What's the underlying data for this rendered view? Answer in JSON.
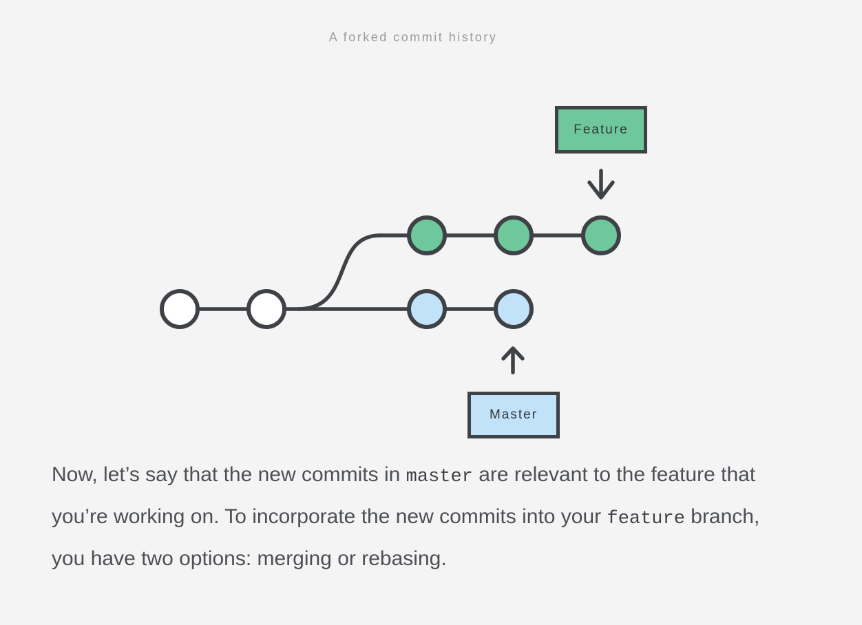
{
  "caption": "A forked commit history",
  "diagram": {
    "feature_label": "Feature",
    "master_label": "Master",
    "branches": {
      "shared_commits": 2,
      "master_commits": 2,
      "feature_commits": 3
    }
  },
  "paragraph": {
    "segments": [
      {
        "type": "text",
        "value": "Now, let’s say that the new commits in "
      },
      {
        "type": "code",
        "value": "master"
      },
      {
        "type": "text",
        "value": " are relevant to the feature that you’re working on. To incorporate the new commits into your "
      },
      {
        "type": "code",
        "value": "feature"
      },
      {
        "type": "text",
        "value": " branch, you have two options: merging or rebasing."
      }
    ]
  },
  "colors": {
    "background": "#f4f4f5",
    "stroke_dark": "#3e4145",
    "green": "#6fc89b",
    "blue": "#c2e2f9",
    "caption_gray": "#9b9b9b",
    "body_text": "#4c4f54",
    "node_white": "#ffffff"
  }
}
